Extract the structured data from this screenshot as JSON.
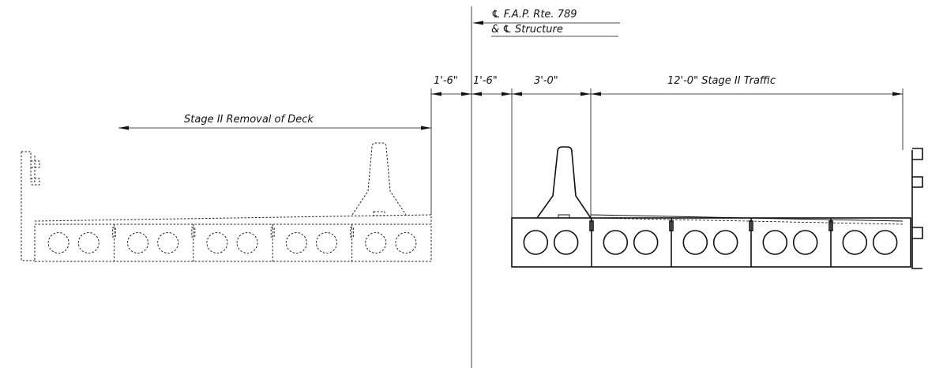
{
  "centerline": {
    "line1": "℄ F.A.P. Rte. 789",
    "line2": "& ℄ Structure"
  },
  "dimensions": {
    "left_offset": "1'-6\"",
    "right_offset": "1'-6\"",
    "barrier_width": "3'-0\"",
    "traffic": "12'-0\" Stage II Traffic"
  },
  "removal_label": "Stage II Removal of Deck",
  "beams": {
    "removed_count": 5,
    "remaining_count": 5,
    "voids_per_beam": 2
  }
}
